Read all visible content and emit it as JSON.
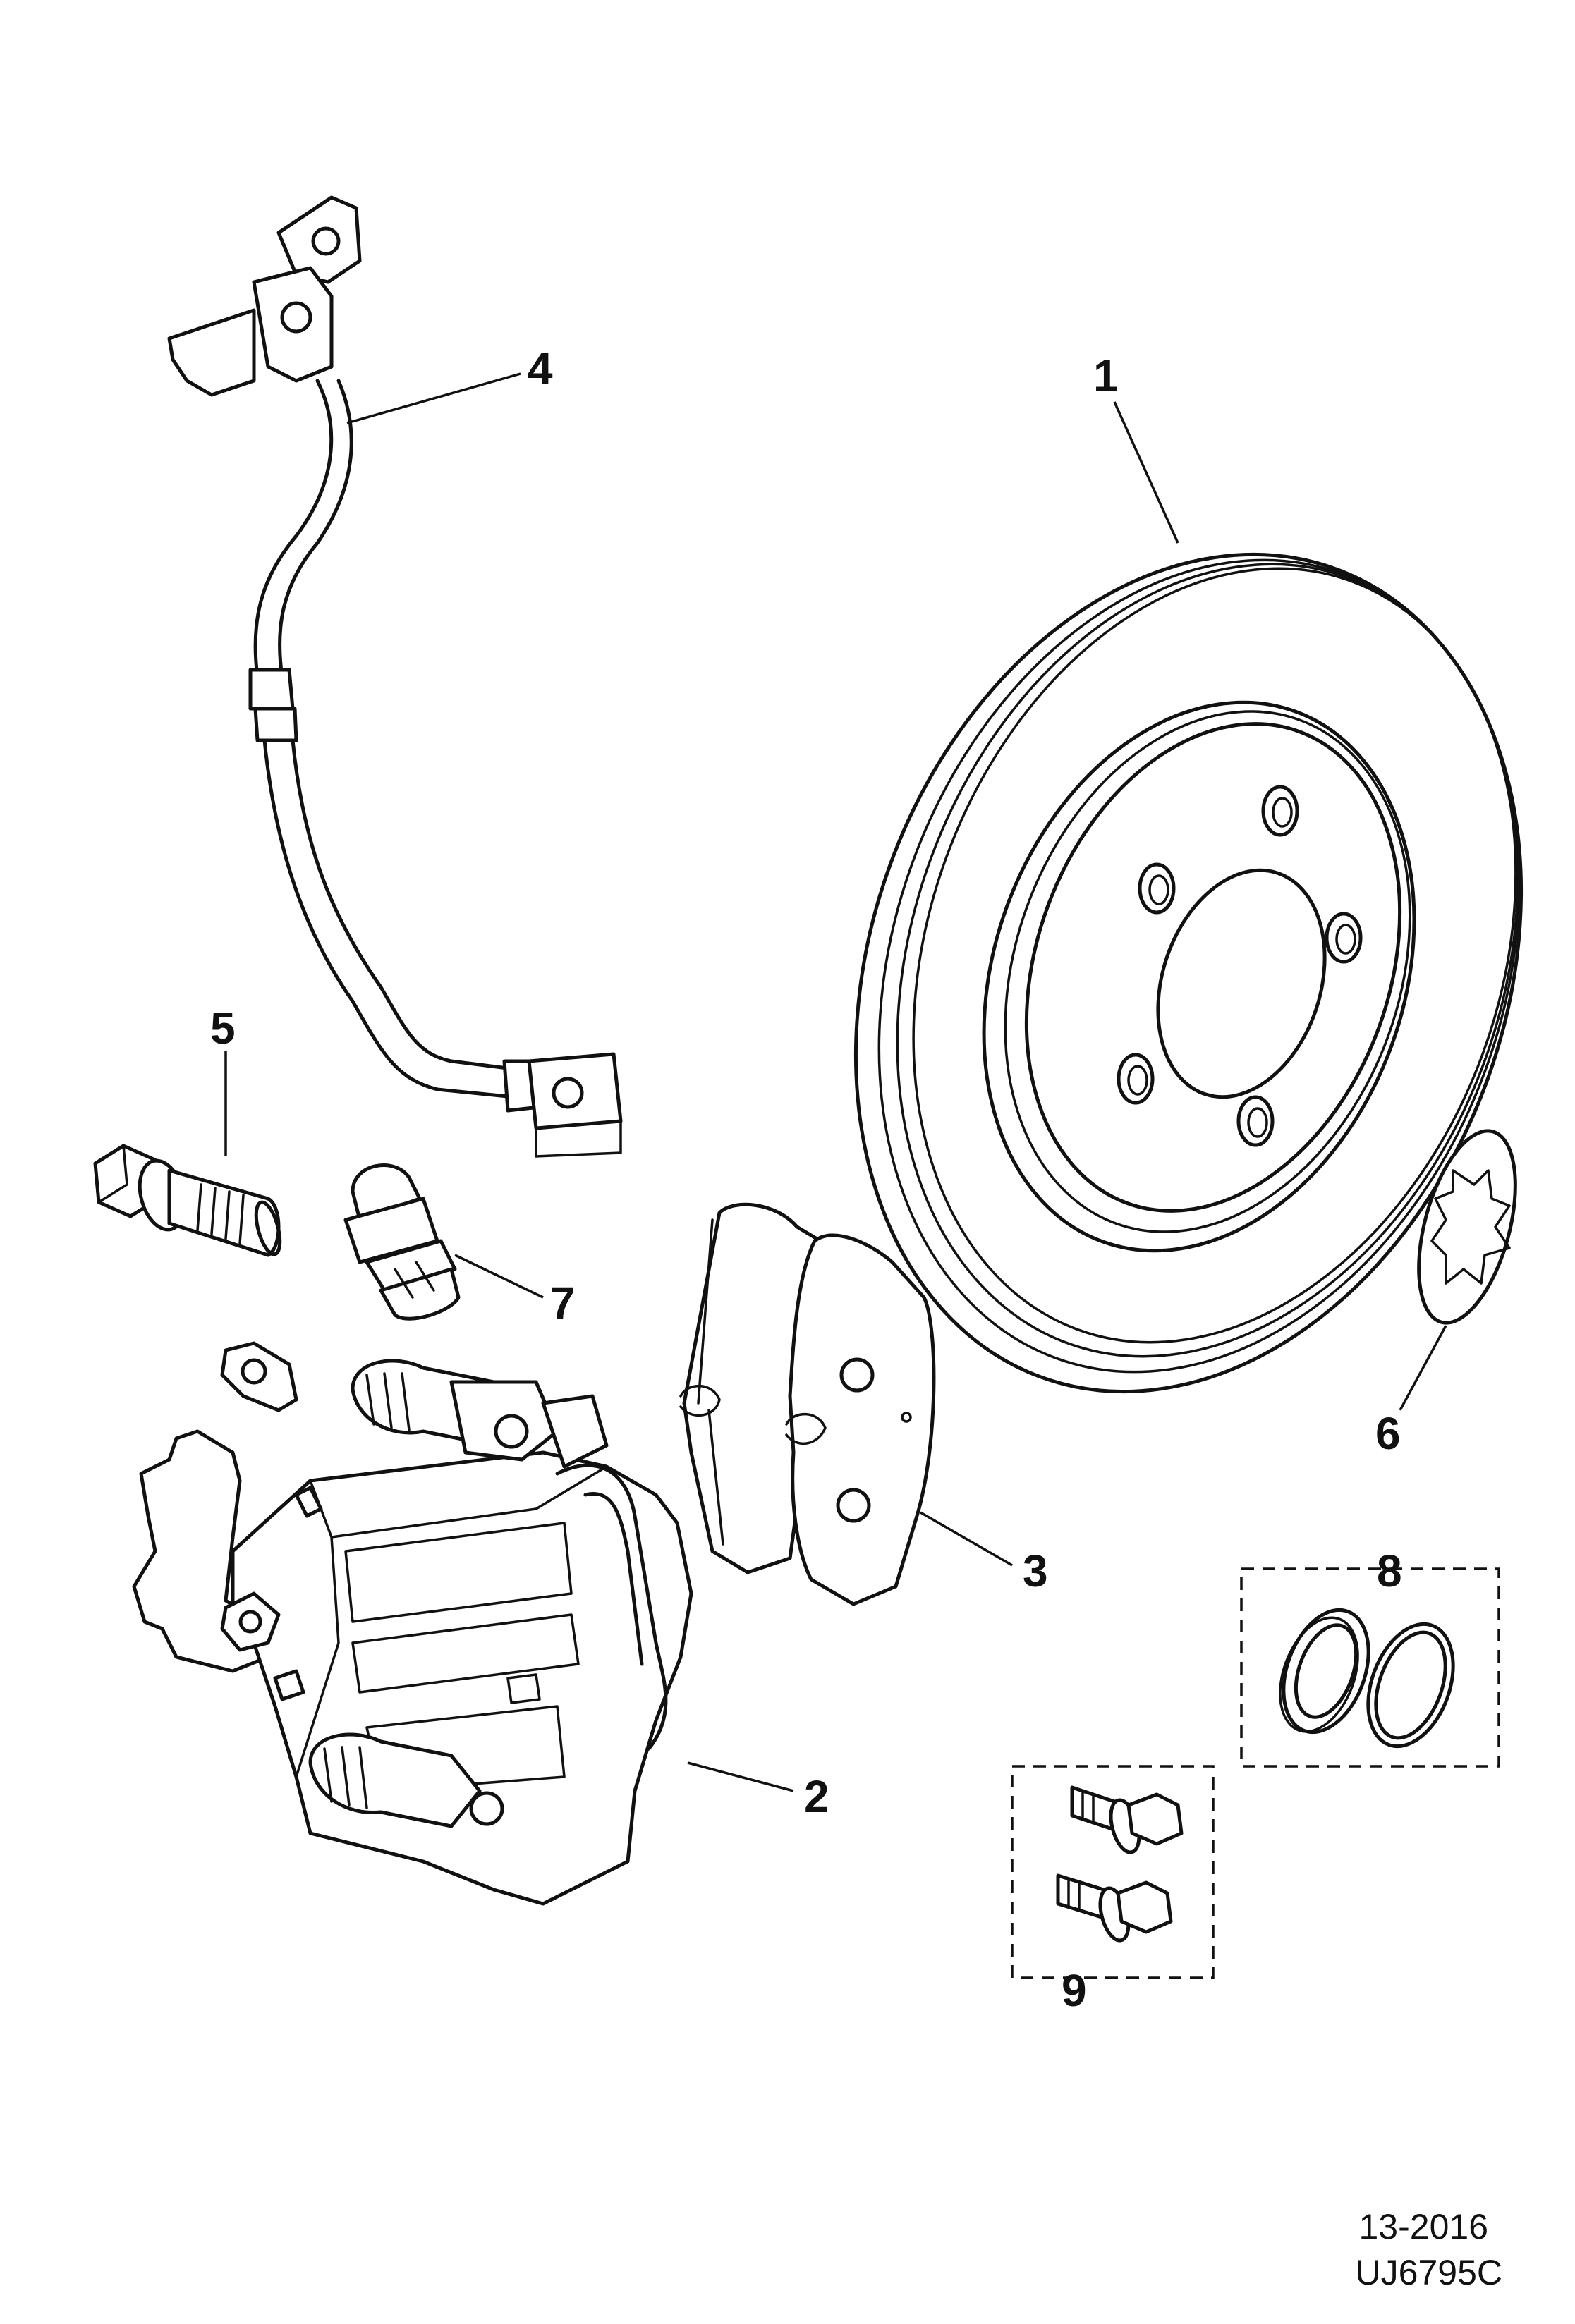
{
  "callouts": {
    "c1": "1",
    "c2": "2",
    "c3": "3",
    "c4": "4",
    "c5": "5",
    "c6": "6",
    "c7": "7",
    "c8": "8",
    "c9": "9"
  },
  "reference": {
    "code": "13-2016",
    "drawing_id": "UJ6795C"
  }
}
